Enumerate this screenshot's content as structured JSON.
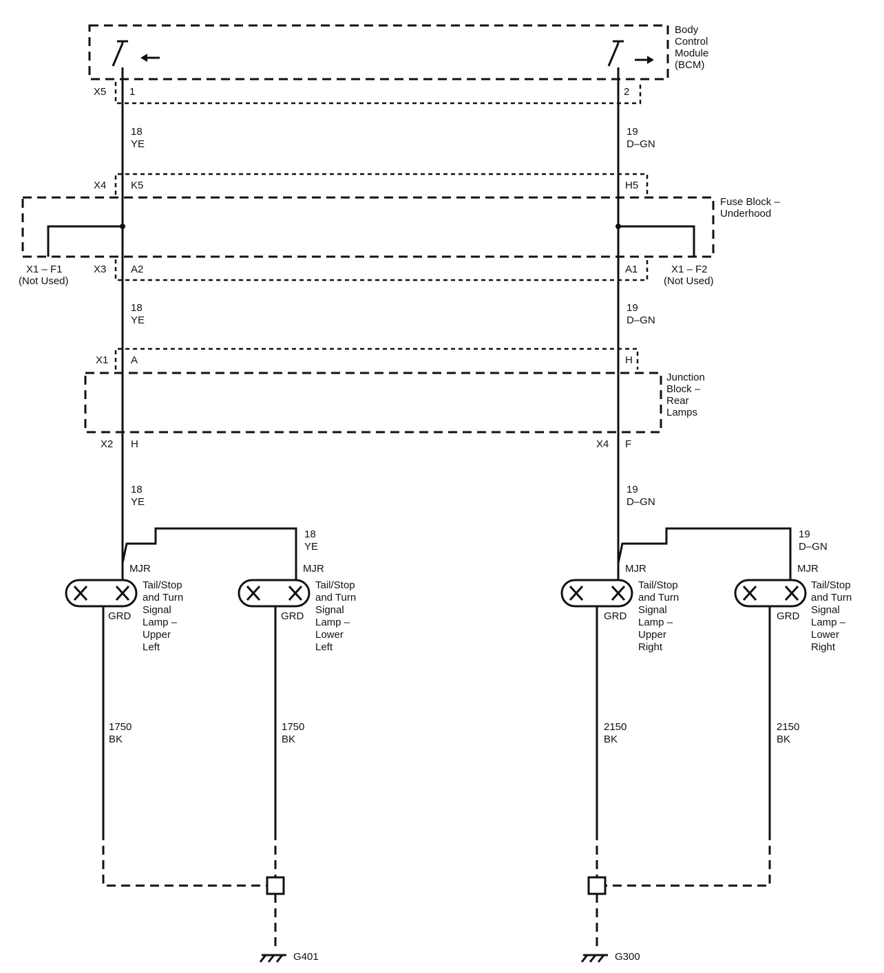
{
  "modules": {
    "bcm": {
      "line1": "Body",
      "line2": "Control",
      "line3": "Module",
      "line4": "(BCM)"
    },
    "fuse_block": {
      "line1": "Fuse Block –",
      "line2": "Underhood"
    },
    "junction_block": {
      "line1": "Junction",
      "line2": "Block –",
      "line3": "Rear",
      "line4": "Lamps"
    }
  },
  "connectors": {
    "bcm_conn": "X5",
    "bcm_pin_left": "1",
    "bcm_pin_right": "2",
    "fuse_top_conn": "X4",
    "fuse_top_pin_left": "K5",
    "fuse_top_pin_right": "H5",
    "fuse_bottom_conn": "X3",
    "fuse_bottom_pin_left": "A2",
    "fuse_bottom_pin_right": "A1",
    "f1_label": "X1 – F1",
    "f1_note": "(Not Used)",
    "f2_label": "X1 – F2",
    "f2_note": "(Not Used)",
    "jb_top_conn": "X1",
    "jb_top_pin_left": "A",
    "jb_top_pin_right": "H",
    "jb_bottom_left_conn": "X2",
    "jb_bottom_left_pin": "H",
    "jb_bottom_right_conn": "X4",
    "jb_bottom_right_pin": "F"
  },
  "wires": {
    "left_circuit": "18",
    "left_color": "YE",
    "right_circuit": "19",
    "right_color": "D–GN",
    "ground_left_circuit": "1750",
    "ground_right_circuit": "2150",
    "ground_color": "BK"
  },
  "lamps": [
    {
      "pin_top": "MJR",
      "pin_bottom": "GRD",
      "name1": "Tail/Stop",
      "name2": "and Turn",
      "name3": "Signal",
      "name4": "Lamp –",
      "name5": "Upper",
      "name6": "Left"
    },
    {
      "pin_top": "MJR",
      "pin_bottom": "GRD",
      "name1": "Tail/Stop",
      "name2": "and Turn",
      "name3": "Signal",
      "name4": "Lamp –",
      "name5": "Lower",
      "name6": "Left"
    },
    {
      "pin_top": "MJR",
      "pin_bottom": "GRD",
      "name1": "Tail/Stop",
      "name2": "and Turn",
      "name3": "Signal",
      "name4": "Lamp –",
      "name5": "Upper",
      "name6": "Right"
    },
    {
      "pin_top": "MJR",
      "pin_bottom": "GRD",
      "name1": "Tail/Stop",
      "name2": "and Turn",
      "name3": "Signal",
      "name4": "Lamp –",
      "name5": "Lower",
      "name6": "Right"
    }
  ],
  "grounds": {
    "left": "G401",
    "right": "G300"
  }
}
